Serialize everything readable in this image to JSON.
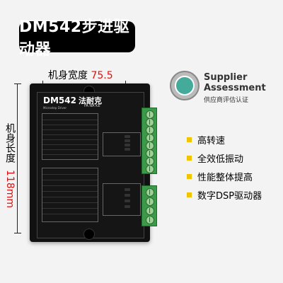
{
  "title": "DM542步进驱动器",
  "dimensions": {
    "width_label": "机身宽度",
    "width_value": "75.5",
    "height_label": "机身长度",
    "height_value": "118mm"
  },
  "device": {
    "model": "DM542",
    "brand_cn": "法耐克",
    "brand_en": "FA NA KE",
    "subtitle": "Microstep Driver"
  },
  "supplier": {
    "line1": "Supplier",
    "line2": "Assessment",
    "line3": "供应商评估认证"
  },
  "features": [
    {
      "label": "高转速"
    },
    {
      "label": "全效低振动"
    },
    {
      "label": "性能整体提高"
    },
    {
      "label": "数字DSP驱动器"
    }
  ],
  "colors": {
    "accent_red": "#dd1111",
    "bullet_yellow": "#f0c400",
    "connector_green": "#3a9a4a"
  }
}
